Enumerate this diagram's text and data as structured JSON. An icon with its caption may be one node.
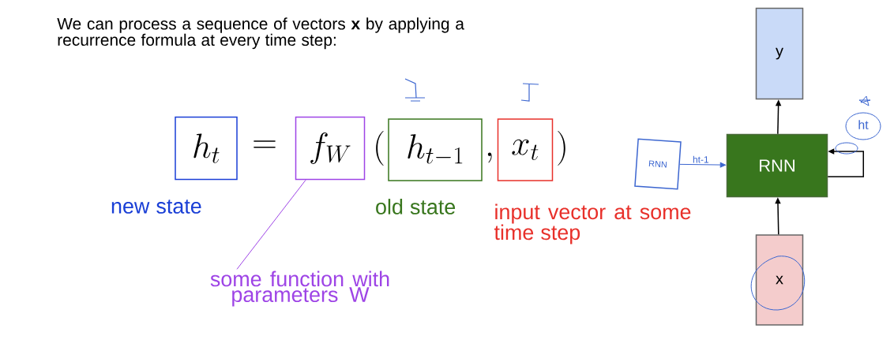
{
  "diagram": {
    "title": "We can process a sequence of vectors **x** by applying a recurrence formula at every time step:",
    "nodes": [
      {
        "text": [
          "h_t"
        ],
        "beside": [
          "new state"
        ]
      },
      {
        "text": [
          "f_W"
        ]
      },
      {
        "text": [
          "h_{t-1}"
        ],
        "beside": [
          "old state"
        ]
      },
      {
        "text": [
          "x_t"
        ],
        "beside": [
          "input vector at some time step"
        ]
      },
      {
        "text": [
          "some function with parameters W"
        ]
      },
      {
        "text": [
          "y"
        ]
      },
      {
        "text": [
          "RNN"
        ]
      },
      {
        "text": [
          "x"
        ]
      },
      {
        "text": [
          "RNN"
        ]
      }
    ],
    "edges": [
      {
        "from": 4,
        "to": 1,
        "arrow": "none",
        "color": "#9e44e6"
      },
      {
        "from": 7,
        "to": 6,
        "arrow": "to"
      },
      {
        "from": 6,
        "to": 5,
        "arrow": "to"
      },
      {
        "from": 6,
        "to": 6,
        "arrow": "to"
      },
      {
        "from": 8,
        "to": 6,
        "arrow": "to",
        "label": "ht-1",
        "color": "#3c66d0"
      }
    ],
    "labels": [
      "=",
      "(",
      ",",
      ")",
      "ht"
    ]
  }
}
